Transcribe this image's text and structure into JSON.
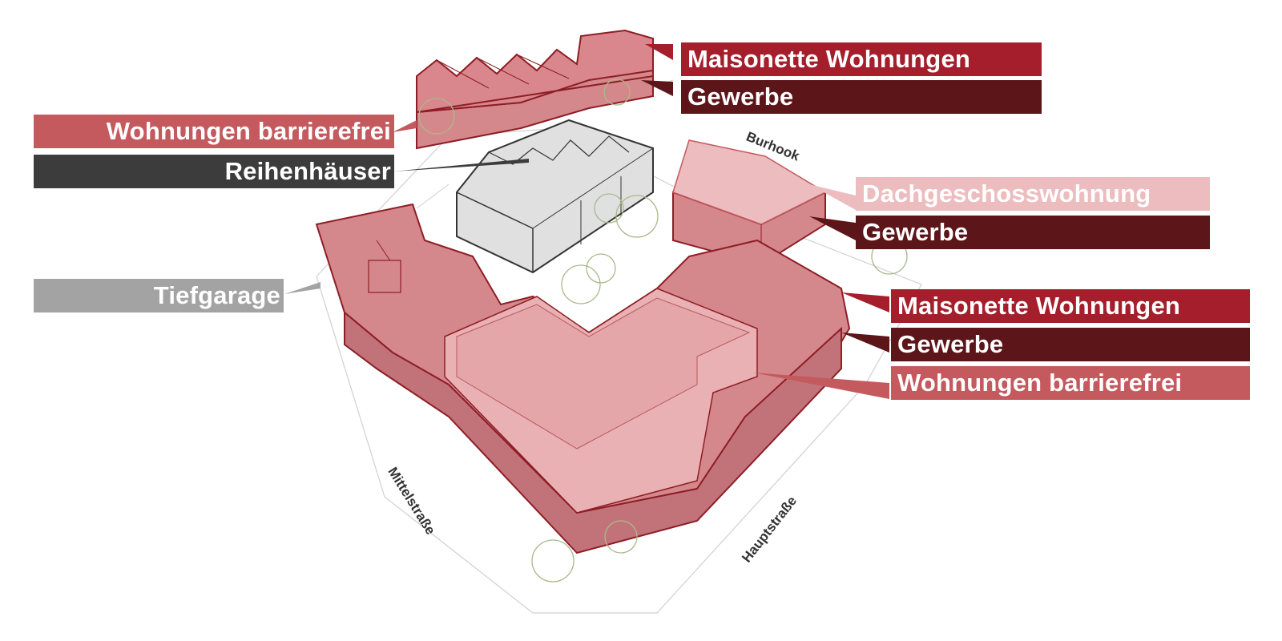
{
  "colors": {
    "maisonette": "#a41f2b",
    "gewerbe": "#5c1519",
    "barrierefrei": "#c4595e",
    "reihenhaeuser": "#3c3c3c",
    "dachgeschoss": "#ecbcbf",
    "tiefgarage": "#a3a3a3",
    "building_fill": "#d5888c",
    "building_light": "#e9b1b3",
    "building_roof": "#e4a6a9",
    "building_outline": "#8e1d25",
    "grey_building": "#e0e0e0",
    "tree": "#a9b98a"
  },
  "labels": {
    "top_maisonette": "Maisonette Wohnungen",
    "top_gewerbe": "Gewerbe",
    "left_barrierefrei": "Wohnungen barrierefrei",
    "left_reihenhaeuser": "Reihenhäuser",
    "right_dachgeschoss": "Dachgeschosswohnung",
    "right_gewerbe": "Gewerbe",
    "left_tiefgarage": "Tiefgarage",
    "right_maisonette": "Maisonette Wohnungen",
    "right_gewerbe_2": "Gewerbe",
    "right_barrierefrei": "Wohnungen barrierefrei"
  },
  "streets": {
    "burhook": "Burhook",
    "mittelstrasse": "Mittelstraße",
    "hauptstrasse": "Hauptstraße"
  }
}
